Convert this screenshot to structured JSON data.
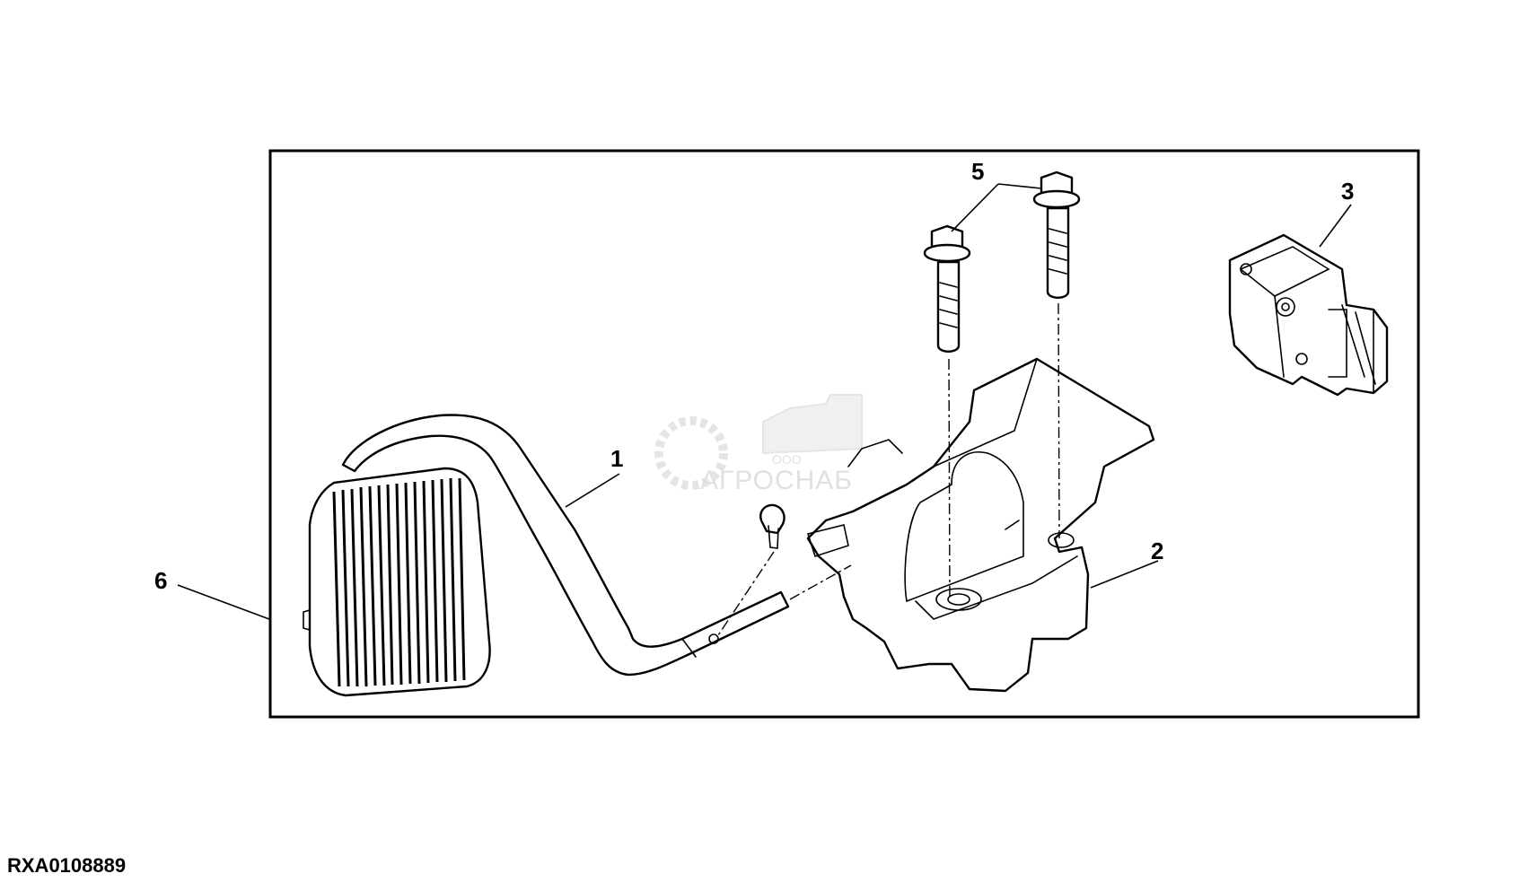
{
  "diagram": {
    "callouts": [
      {
        "id": "1",
        "label": "1"
      },
      {
        "id": "2",
        "label": "2"
      },
      {
        "id": "3",
        "label": "3"
      },
      {
        "id": "5",
        "label": "5"
      },
      {
        "id": "6",
        "label": "6"
      }
    ],
    "reference_code": "RXA0108889",
    "watermark": {
      "sub": "ООО",
      "main": "АГРОСНАБ"
    }
  }
}
